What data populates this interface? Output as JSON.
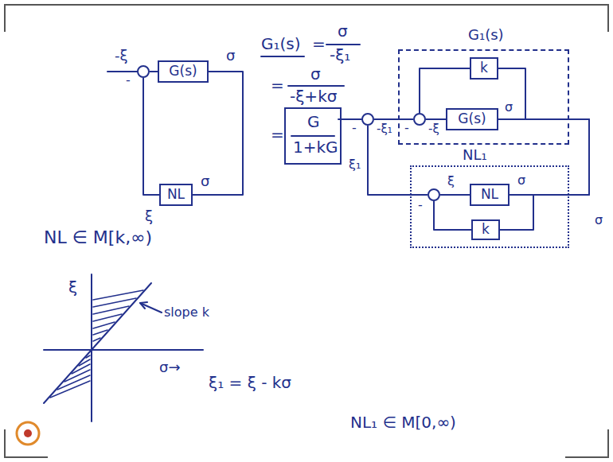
{
  "diagram": {
    "nodes": [
      {
        "text": [
          "G(s)"
        ]
      },
      {
        "text": [
          "NL"
        ]
      },
      {
        "text": [
          "-"
        ]
      },
      {
        "text": [
          "G₁(s)"
        ]
      },
      {
        "text": [
          "k"
        ],
        "in": 3
      },
      {
        "text": [
          "-"
        ],
        "in": 3
      },
      {
        "text": [
          "G(s)"
        ],
        "in": 3
      },
      {
        "text": [
          "-"
        ]
      },
      {
        "text": [
          "NL₁"
        ]
      },
      {
        "text": [
          "-"
        ],
        "in": 8
      },
      {
        "text": [
          "NL"
        ],
        "in": 8
      },
      {
        "text": [
          "k"
        ],
        "in": 8
      }
    ],
    "edges": [
      {
        "from": 2,
        "to": 0,
        "arrow": "none"
      },
      {
        "from": 0,
        "to": 1,
        "arrow": "none"
      },
      {
        "from": 1,
        "to": 2,
        "arrow": "none"
      },
      {
        "from": 7,
        "to": 5,
        "arrow": "none"
      },
      {
        "from": 5,
        "to": 6,
        "arrow": "none"
      },
      {
        "from": 6,
        "to": 4,
        "arrow": "none"
      },
      {
        "from": 4,
        "to": 5,
        "arrow": "none"
      },
      {
        "from": 6,
        "to": 10,
        "arrow": "none"
      },
      {
        "from": 6,
        "to": 11,
        "arrow": "none"
      },
      {
        "from": 10,
        "to": 9,
        "arrow": "none"
      },
      {
        "from": 11,
        "to": 9,
        "arrow": "none"
      },
      {
        "from": 9,
        "to": 7,
        "arrow": "none"
      }
    ],
    "labels": [
      "-ξ",
      "σ",
      "ξ",
      "σ",
      "G₁(s)",
      "=",
      "σ",
      "-ξ₁",
      "=",
      "σ",
      "-ξ+kσ",
      "=",
      "G",
      "1+kG",
      "-ξ₁",
      "-ξ",
      "σ",
      "ξ₁",
      "ξ",
      "σ",
      "σ",
      "NL ∈ M[k,∞)",
      "ξ",
      "slope k",
      "σ→",
      "ξ₁ = ξ - kσ",
      "NL₁ ∈ M[0,∞)"
    ]
  }
}
